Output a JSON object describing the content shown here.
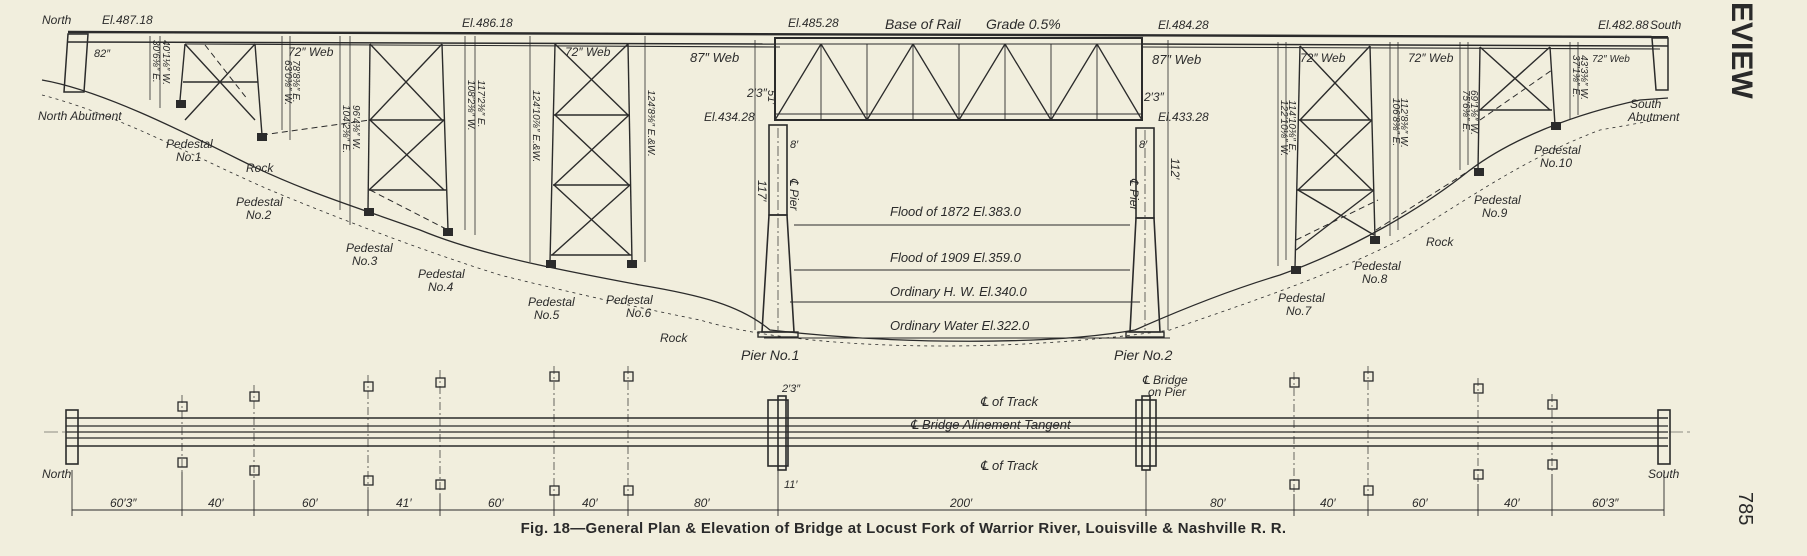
{
  "caption": "Fig. 18—General Plan & Elevation of Bridge at Locust Fork of  Warrior River, Louisville & Nashville R. R.",
  "side_header": "EVIEW",
  "page_number": "785",
  "elevation": {
    "base_of_rail": "Base of Rail",
    "grade": "Grade 0.5%",
    "north": "North",
    "el_north": "El.487.18",
    "el_486": "El.486.18",
    "el_485": "El.485.28",
    "el_484": "El.484.28",
    "el_south": "El.482.88",
    "south": "South",
    "north_abutment": "North Abutment",
    "south_abutment_1": "South",
    "south_abutment_2": "Abutment",
    "web72": "72″ Web",
    "web87": "87″ Web",
    "el_434": "El.434.28",
    "el_433": "El.433.28",
    "flood_1872": "Flood of 1872  El.383.0",
    "flood_1909": "Flood of 1909  El.359.0",
    "ordinary_hw": "Ordinary H. W. El.340.0",
    "ordinary_water": "Ordinary Water El.322.0",
    "pier1": "Pier No.1",
    "pier2": "Pier No.2",
    "pier_cl": "℄ Pier",
    "rock": "Rock",
    "pedestal": "Pedestal",
    "ped_nums": [
      "No.1",
      "No.2",
      "No.3",
      "No.4",
      "No.5",
      "No.6",
      "No.7",
      "No.8",
      "No.9",
      "No.10"
    ],
    "dims": {
      "d30": "30′6⅜″ E.",
      "d40": "40′1⅛″ W.",
      "d63": "63′0⅜″ W.",
      "d78": "78′8⅜″ E.",
      "d104a": "104′2⅜″ E.",
      "d96": "96′4⅜″ W.",
      "d108": "108′2⅜″ W.",
      "d117": "117′2⅜″ E.",
      "d124a": "124′10⅞″ E.&W.",
      "d124b": "124′8⅜″ E.&W.",
      "d117p": "117′",
      "d51": "51′",
      "d112": "112′",
      "d122": "122′10⅛″ W.",
      "d114": "114′10⅜″ E.",
      "d106": "106′8⅜″ E.",
      "d112b": "112′8⅜″ W.",
      "d75": "75′6⅜″ E.",
      "d69": "69′1⅜″ W.",
      "d37": "37′1⅜″ E.",
      "d43": "43′3⅜″ W.",
      "d23": "2′3″",
      "d82": "82″",
      "d8": "8′"
    }
  },
  "plan": {
    "cl_track": "℄ of Track",
    "cl_tangent": "℄ Bridge Alinement Tangent",
    "cl_bridge_pier_1": "℄ Bridge",
    "cl_bridge_pier_2": "on Pier",
    "north": "North",
    "south": "South",
    "spans": [
      "60′3″",
      "40′",
      "60′",
      "41′",
      "60′",
      "40′",
      "80′",
      "200′",
      "80′",
      "40′",
      "60′",
      "40′",
      "60′3″"
    ],
    "d11": "11′",
    "d23": "2′3″"
  }
}
